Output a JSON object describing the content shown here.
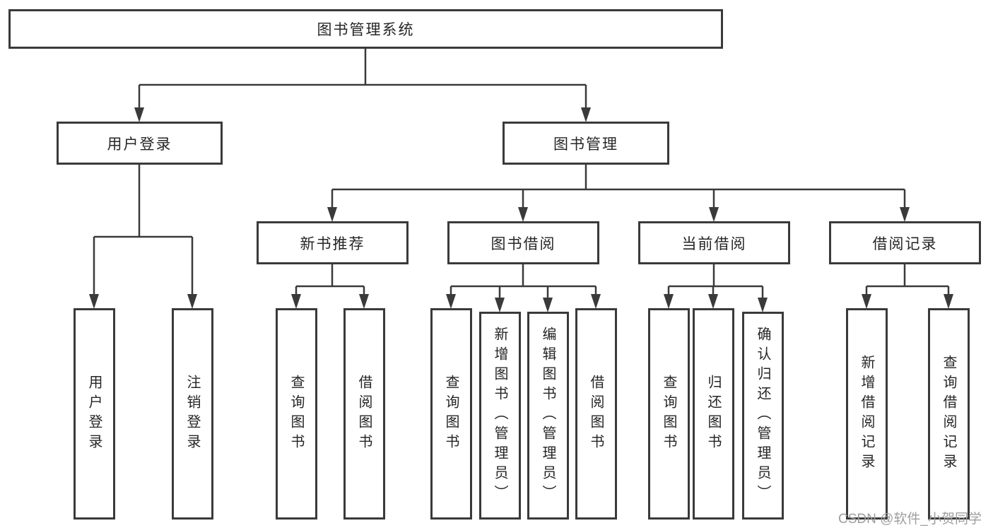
{
  "diagram": {
    "title": "图书管理系统",
    "branches": [
      {
        "label": "用户登录",
        "children": [
          {
            "label": "用户登录"
          },
          {
            "label": "注销登录"
          }
        ]
      },
      {
        "label": "图书管理",
        "children": [
          {
            "label": "新书推荐",
            "children": [
              {
                "label": "查询图书"
              },
              {
                "label": "借阅图书"
              }
            ]
          },
          {
            "label": "图书借阅",
            "children": [
              {
                "label": "查询图书"
              },
              {
                "label": "新增图书（管理员）"
              },
              {
                "label": "编辑图书（管理员）"
              },
              {
                "label": "借阅图书"
              }
            ]
          },
          {
            "label": "当前借阅",
            "children": [
              {
                "label": "查询图书"
              },
              {
                "label": "归还图书"
              },
              {
                "label": "确认归还（管理员）"
              }
            ]
          },
          {
            "label": "借阅记录",
            "children": [
              {
                "label": "新增借阅记录"
              },
              {
                "label": "查询借阅记录"
              }
            ]
          }
        ]
      }
    ]
  },
  "watermark": "CSDN @软件_小贺同学",
  "colors": {
    "line": "#3a3a3a",
    "text": "#262626",
    "watermark": "#9e9e9e",
    "background": "#ffffff"
  }
}
